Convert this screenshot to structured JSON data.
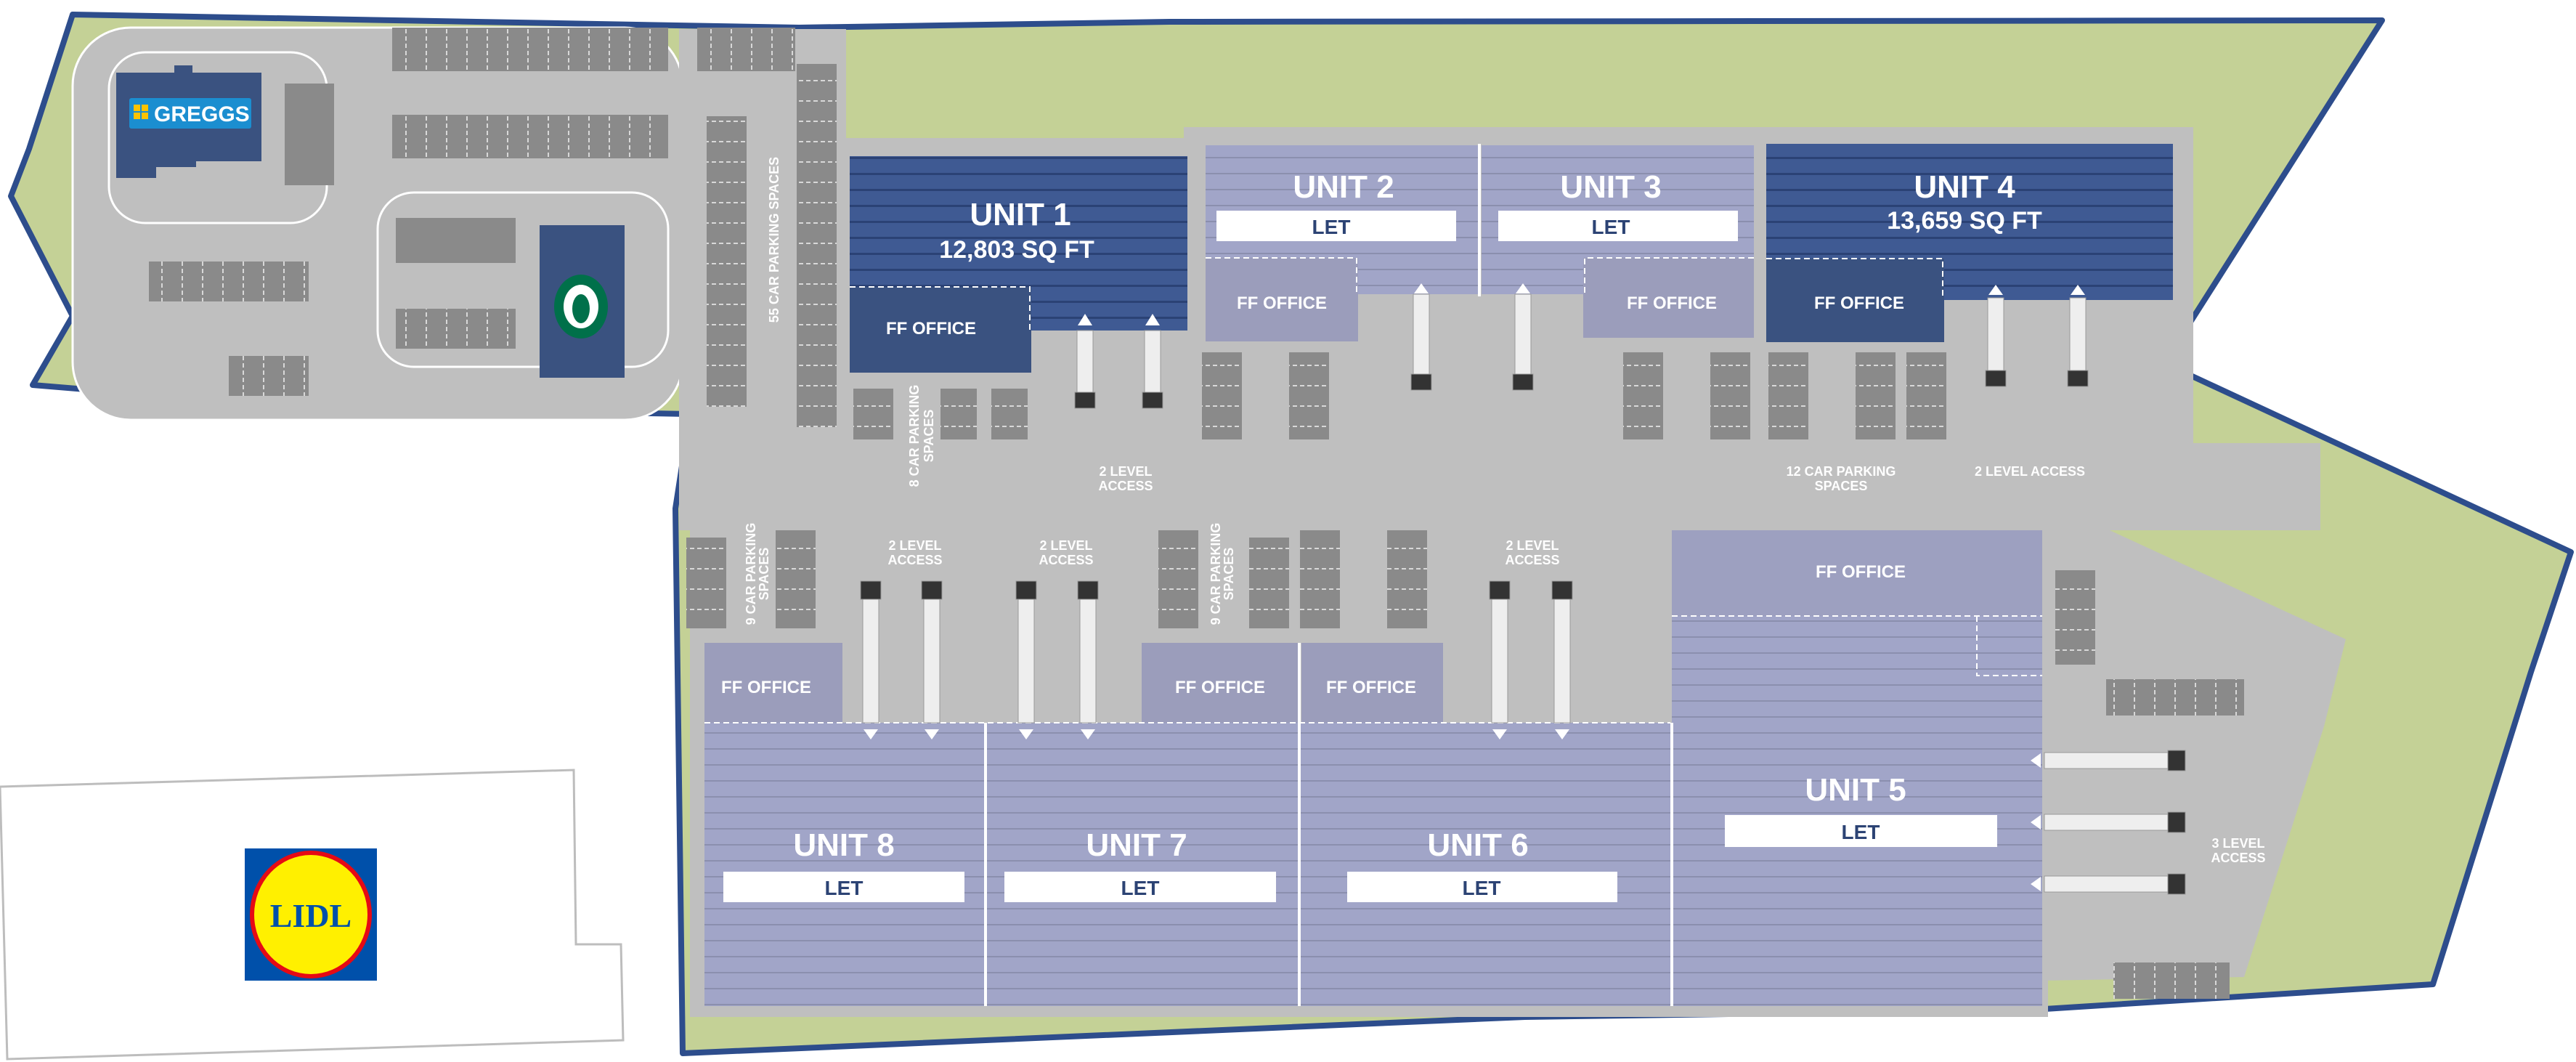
{
  "map": {
    "title": "Site plan",
    "colors": {
      "boundary": "#2d4d8c",
      "grass": "#c4d196",
      "road": "#bfbfbf",
      "parking": "#8a8a8a",
      "available_unit": "#3b5387",
      "let_unit": "#9da0c0",
      "let_badge_text": "#2c4374",
      "greggs_blue": "#1b8ed0",
      "starbucks_green": "#00704a",
      "lidl_blue": "#0050aa",
      "lidl_yellow": "#fff000",
      "lidl_red": "#e60a14"
    },
    "units": [
      {
        "id": "unit-1",
        "title": "UNIT 1",
        "size": "12,803 SQ FT",
        "status": "available",
        "office": "FF OFFICE"
      },
      {
        "id": "unit-2",
        "title": "UNIT 2",
        "status": "let",
        "badge": "LET",
        "office": "FF OFFICE"
      },
      {
        "id": "unit-3",
        "title": "UNIT 3",
        "status": "let",
        "badge": "LET",
        "office": "FF OFFICE"
      },
      {
        "id": "unit-4",
        "title": "UNIT 4",
        "size": "13,659 SQ FT",
        "status": "available",
        "office": "FF OFFICE"
      },
      {
        "id": "unit-5",
        "title": "UNIT 5",
        "status": "let",
        "badge": "LET",
        "office": "FF OFFICE"
      },
      {
        "id": "unit-6",
        "title": "UNIT 6",
        "status": "let",
        "badge": "LET",
        "office": "FF OFFICE"
      },
      {
        "id": "unit-7",
        "title": "UNIT 7",
        "status": "let",
        "badge": "LET",
        "office": "FF OFFICE"
      },
      {
        "id": "unit-8",
        "title": "UNIT 8",
        "status": "let",
        "badge": "LET",
        "office": "FF OFFICE"
      }
    ],
    "parking_labels": {
      "p55": "55 CAR PARKING SPACES",
      "p8_line1": "8 CAR PARKING",
      "p8_line2": "SPACES",
      "p12_line1": "12 CAR PARKING",
      "p12_line2": "SPACES",
      "p9a_line1": "9 CAR PARKING",
      "p9a_line2": "SPACES",
      "p9b_line1": "9 CAR PARKING",
      "p9b_line2": "SPACES"
    },
    "access_labels": {
      "two_level_line1": "2 LEVEL",
      "two_level_line2": "ACCESS",
      "two_level_single": "2 LEVEL ACCESS",
      "three_level_line1": "3 LEVEL",
      "three_level_line2": "ACCESS"
    },
    "tenants": {
      "greggs": "GREGGS",
      "starbucks": "Starbucks",
      "lidl": "LIDL"
    }
  }
}
